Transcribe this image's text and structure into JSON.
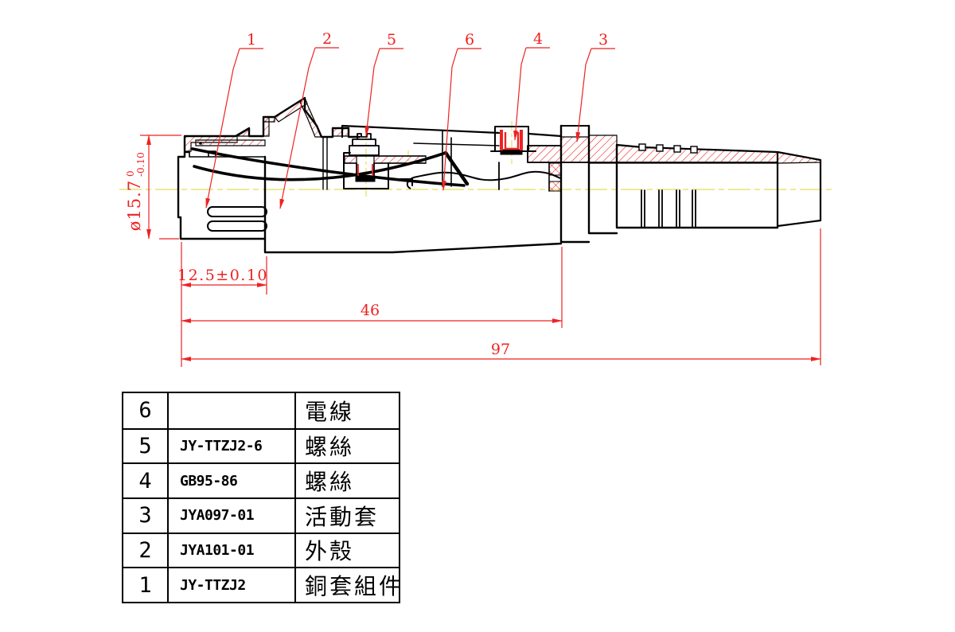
{
  "drawing": {
    "callouts": [
      "1",
      "2",
      "5",
      "6",
      "4",
      "3"
    ],
    "dimensions": {
      "diameter": "ø15.7",
      "diameter_tol_upper": "0",
      "diameter_tol_lower": "-0.10",
      "front_length": "12.5±0.10",
      "mid_length": "46",
      "total_length": "97"
    },
    "colors": {
      "annotation_red": "#ee2222",
      "centerline_yellow": "#e9e472",
      "line_black": "#000000"
    }
  },
  "parts_table": {
    "rows": [
      {
        "qty": "6",
        "part_no": "",
        "name": "電線"
      },
      {
        "qty": "5",
        "part_no": "JY-TTZJ2-6",
        "name": "螺絲"
      },
      {
        "qty": "4",
        "part_no": "GB95-86",
        "name": "螺絲"
      },
      {
        "qty": "3",
        "part_no": "JYA097-01",
        "name": "活動套"
      },
      {
        "qty": "2",
        "part_no": "JYA101-01",
        "name": "外殼"
      },
      {
        "qty": "1",
        "part_no": "JY-TTZJ2",
        "name": "銅套組件"
      }
    ]
  }
}
